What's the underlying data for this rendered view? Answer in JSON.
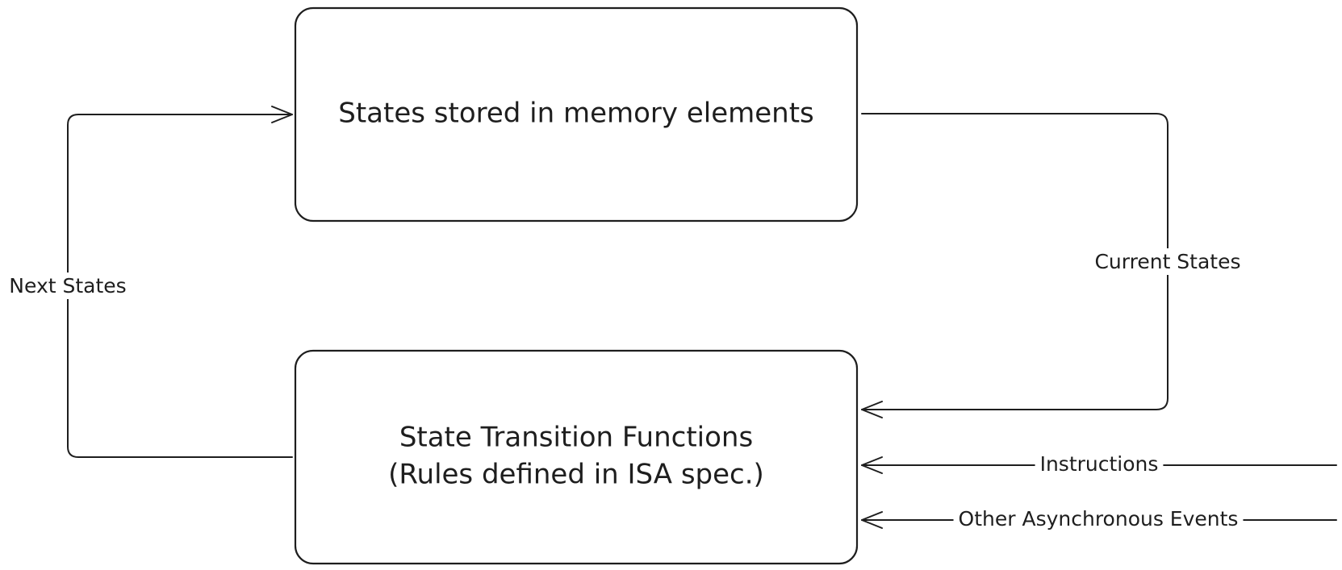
{
  "nodes": {
    "memory": {
      "label": "States stored in memory elements"
    },
    "transition": {
      "line1": "State Transition Functions",
      "line2": "(Rules defined in ISA spec.)"
    }
  },
  "edges": {
    "next_states": {
      "label": "Next States"
    },
    "current_states": {
      "label": "Current States"
    },
    "instructions": {
      "label": "Instructions"
    },
    "async_events": {
      "label": "Other Asynchronous Events"
    }
  }
}
